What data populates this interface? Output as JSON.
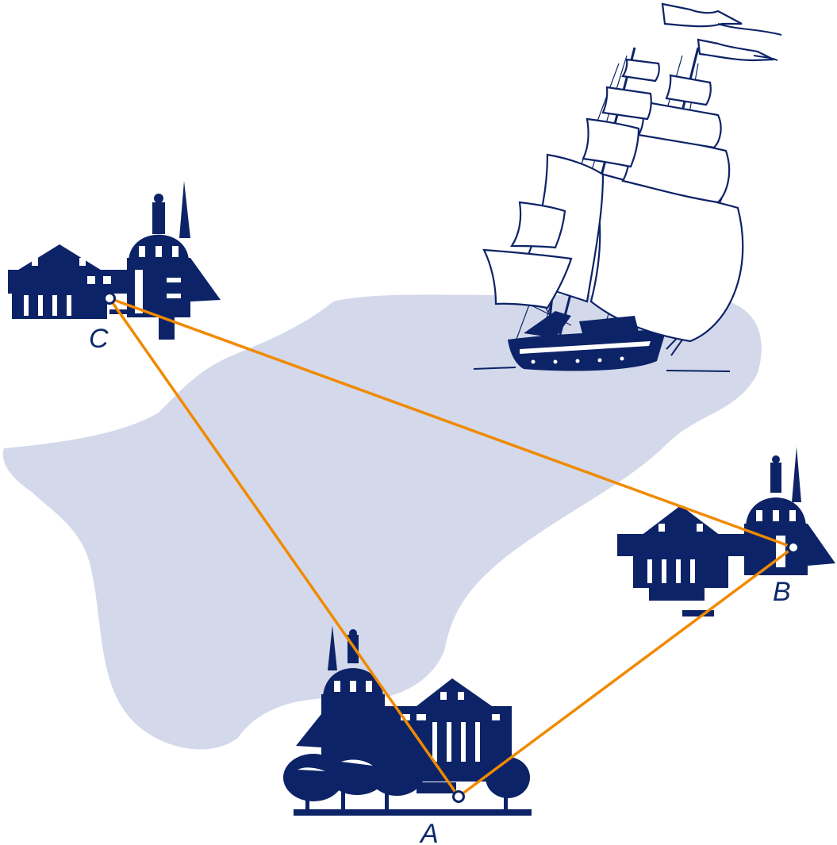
{
  "colors": {
    "water": "#d3d9ea",
    "line": "#f08a00",
    "ink": "#0d2367",
    "label": "#0d2a6b"
  },
  "points": [
    {
      "id": "A",
      "label": "A"
    },
    {
      "id": "B",
      "label": "B"
    },
    {
      "id": "C",
      "label": "C"
    }
  ],
  "segments": [
    [
      "A",
      "B"
    ],
    [
      "B",
      "C"
    ],
    [
      "C",
      "A"
    ]
  ],
  "icons": {
    "ship": "sailing-ship-icon",
    "building": "domed-building-icon",
    "water": "lake-shape"
  }
}
